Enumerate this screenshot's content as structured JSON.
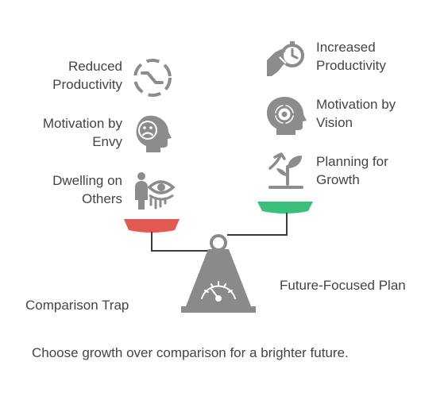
{
  "left": {
    "items": [
      {
        "line1": "Reduced",
        "line2": "Productivity",
        "icon": "broken-cycle-icon"
      },
      {
        "line1": "Motivation by",
        "line2": "Envy",
        "icon": "sad-head-icon"
      },
      {
        "line1": "Dwelling on",
        "line2": "Others",
        "icon": "watching-eye-icon"
      }
    ],
    "pan_color": "#e05a52",
    "caption": "Comparison Trap"
  },
  "right": {
    "items": [
      {
        "line1": "Increased",
        "line2": "Productivity",
        "icon": "hand-stopwatch-icon"
      },
      {
        "line1": "Motivation by",
        "line2": "Vision",
        "icon": "head-target-icon"
      },
      {
        "line1": "Planning for",
        "line2": "Growth",
        "icon": "growing-plant-icon"
      }
    ],
    "pan_color": "#3cbf7c",
    "caption": "Future-Focused Plan"
  },
  "footer": "Choose growth over comparison for a brighter future.",
  "colors": {
    "icon_gray": "#8c8c8c",
    "base_gray": "#8a8a8a",
    "text": "#444444"
  }
}
